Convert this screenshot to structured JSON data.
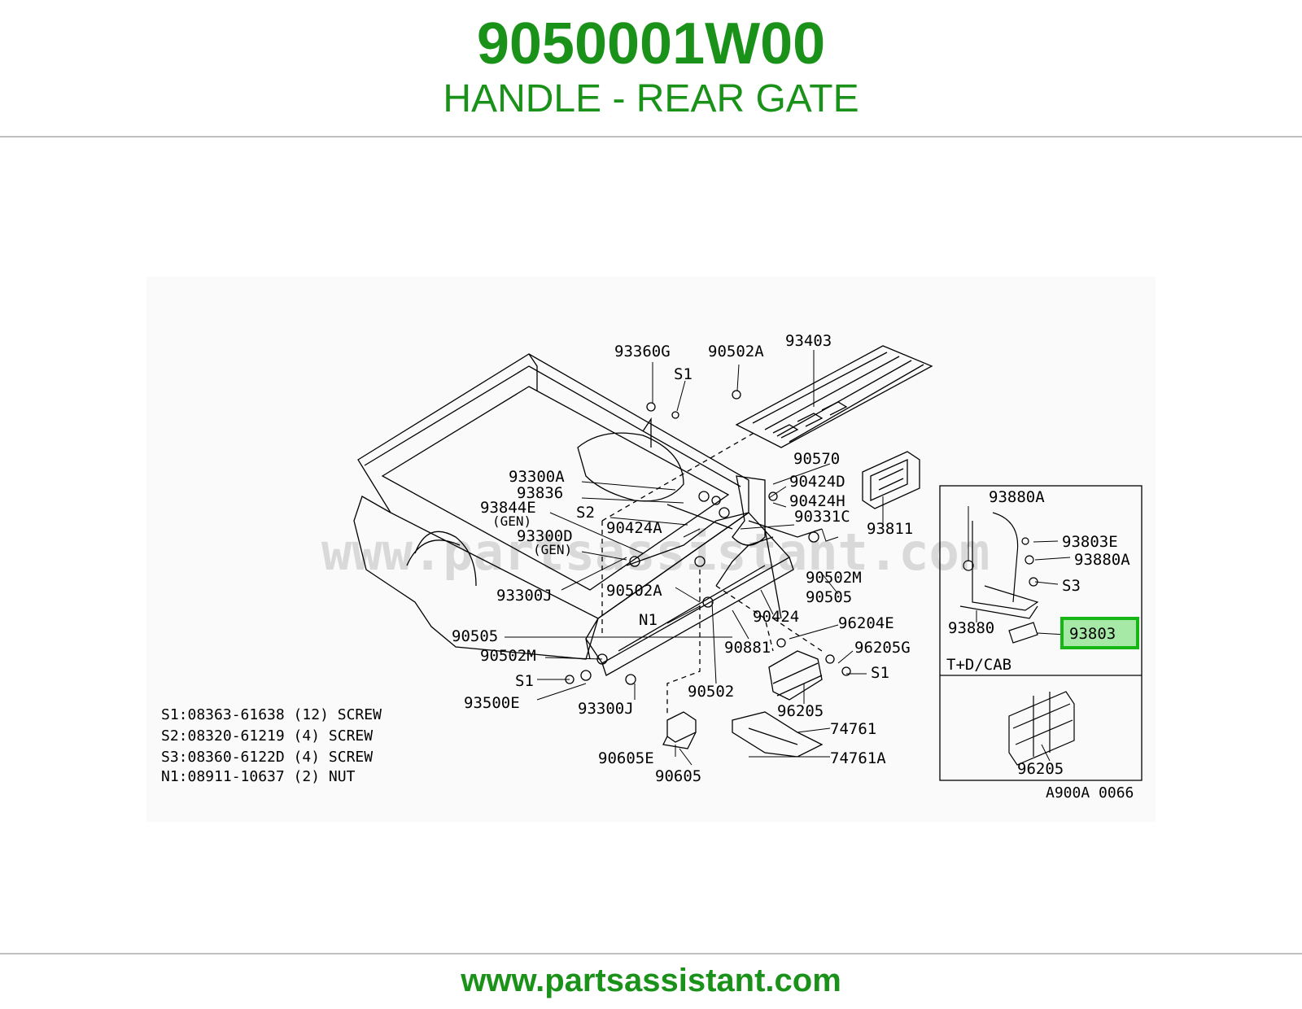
{
  "header": {
    "part_number": "9050001W00",
    "part_name": "HANDLE - REAR GATE"
  },
  "footer": {
    "url": "www.partsassistant.com"
  },
  "watermark": "www.partsassistant.com",
  "diagram": {
    "drawing_code": "A900A 0066",
    "callouts": {
      "c93360G": "93360G",
      "cS1a": "S1",
      "c90502A": "90502A",
      "c93403": "93403",
      "c90570": "90570",
      "c90424D": "90424D",
      "c90424H": "90424H",
      "c93811": "93811",
      "c90331C": "90331C",
      "c93300A": "93300A",
      "c93836": "93836",
      "c93844E": "93844E",
      "cGEN1": "(GEN)",
      "cS2": "S2",
      "c90424A": "90424A",
      "c93300D": "93300D",
      "cGEN2": "(GEN)",
      "c93300Ja": "93300J",
      "c90502Aa": "90502A",
      "cN1": "N1",
      "c90505a": "90505",
      "c90502Ma": "90502M",
      "cS1b": "S1",
      "c93500E": "93500E",
      "c93300Jb": "93300J",
      "c90502": "90502",
      "c90424": "90424",
      "c90881": "90881",
      "c90502Mb": "90502M",
      "c90505b": "90505",
      "c96204E": "96204E",
      "c96205G": "96205G",
      "cS1c": "S1",
      "c96205a": "96205",
      "c74761": "74761",
      "c74761A": "74761A",
      "c90605E": "90605E",
      "c90605": "90605"
    },
    "inset": {
      "c93880A": "93880A",
      "c93803E": "93803E",
      "c93880Ab": "93880A",
      "cS3": "S3",
      "c93880": "93880",
      "c93803": "93803",
      "variant_label": "T+D/CAB",
      "c96205b": "96205"
    },
    "legend": [
      "S1:08363-61638 (12) SCREW",
      "S2:08320-61219 (4) SCREW",
      "S3:08360-6122D (4) SCREW",
      "N1:08911-10637 (2) NUT"
    ],
    "colors": {
      "highlight_border": "#17b617",
      "highlight_fill": "#a6e8a6",
      "brand_green": "#1a921a"
    }
  }
}
